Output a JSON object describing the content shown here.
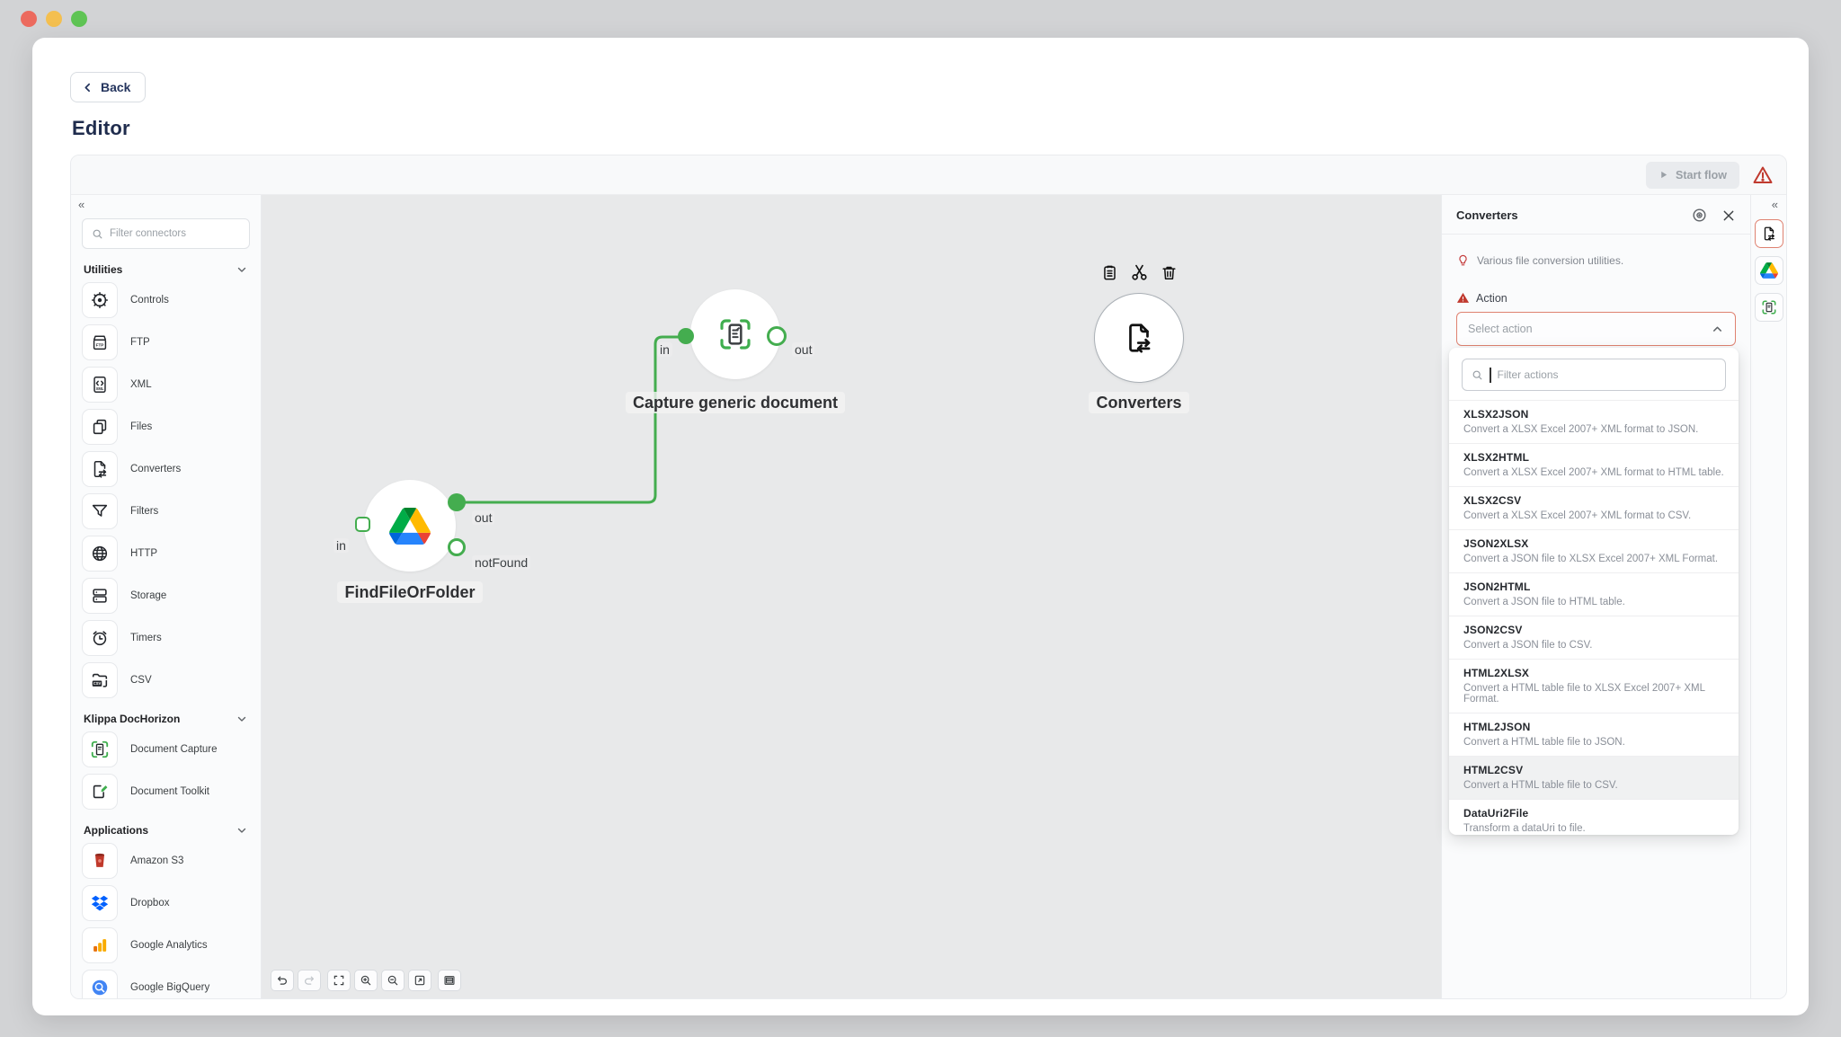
{
  "header": {
    "back_label": "Back",
    "page_title": "Editor"
  },
  "flow_toolbar": {
    "start_flow_label": "Start flow"
  },
  "sidebar": {
    "collapse_glyph": "«",
    "filter_placeholder": "Filter connectors",
    "sections": [
      {
        "label": "Utilities",
        "items": [
          {
            "label": "Controls",
            "icon": "controls-icon"
          },
          {
            "label": "FTP",
            "icon": "ftp-icon"
          },
          {
            "label": "XML",
            "icon": "xml-icon"
          },
          {
            "label": "Files",
            "icon": "files-icon"
          },
          {
            "label": "Converters",
            "icon": "converters-icon"
          },
          {
            "label": "Filters",
            "icon": "filters-icon"
          },
          {
            "label": "HTTP",
            "icon": "http-icon"
          },
          {
            "label": "Storage",
            "icon": "storage-icon"
          },
          {
            "label": "Timers",
            "icon": "timers-icon"
          },
          {
            "label": "CSV",
            "icon": "csv-icon"
          }
        ]
      },
      {
        "label": "Klippa DocHorizon",
        "items": [
          {
            "label": "Document Capture",
            "icon": "document-capture-icon"
          },
          {
            "label": "Document Toolkit",
            "icon": "document-toolkit-icon"
          }
        ]
      },
      {
        "label": "Applications",
        "items": [
          {
            "label": "Amazon S3",
            "icon": "amazon-s3-icon"
          },
          {
            "label": "Dropbox",
            "icon": "dropbox-icon"
          },
          {
            "label": "Google Analytics",
            "icon": "google-analytics-icon"
          },
          {
            "label": "Google BigQuery",
            "icon": "google-bigquery-icon"
          }
        ]
      }
    ]
  },
  "canvas": {
    "nodes": [
      {
        "label": "Capture generic document",
        "icon": "document-capture-icon",
        "ports": [
          {
            "label": "in"
          },
          {
            "label": "out"
          }
        ]
      },
      {
        "label": "FindFileOrFolder",
        "icon": "google-drive-icon",
        "ports": [
          {
            "label": "in"
          },
          {
            "label": "out"
          },
          {
            "label": "notFound"
          }
        ]
      },
      {
        "label": "Converters",
        "icon": "converters-icon",
        "toolbar_icons": [
          "clipboard-icon",
          "scissors-icon",
          "trash-icon"
        ]
      }
    ]
  },
  "panel": {
    "collapse_glyph": "«",
    "title": "Converters",
    "description": "Various file conversion utilities.",
    "action_label": "Action",
    "select_value": "Select action",
    "filter_placeholder": "Filter actions",
    "actions": [
      {
        "name": "XLSX2JSON",
        "desc": "Convert a XLSX Excel 2007+ XML format to JSON."
      },
      {
        "name": "XLSX2HTML",
        "desc": "Convert a XLSX Excel 2007+ XML format to HTML table."
      },
      {
        "name": "XLSX2CSV",
        "desc": "Convert a XLSX Excel 2007+ XML format to CSV."
      },
      {
        "name": "JSON2XLSX",
        "desc": "Convert a JSON file to XLSX Excel 2007+ XML Format."
      },
      {
        "name": "JSON2HTML",
        "desc": "Convert a JSON file to HTML table."
      },
      {
        "name": "JSON2CSV",
        "desc": "Convert a JSON file to CSV."
      },
      {
        "name": "HTML2XLSX",
        "desc": "Convert a HTML table file to XLSX Excel 2007+ XML Format."
      },
      {
        "name": "HTML2JSON",
        "desc": "Convert a HTML table file to JSON."
      },
      {
        "name": "HTML2CSV",
        "desc": "Convert a HTML table file to CSV."
      },
      {
        "name": "DataUri2File",
        "desc": "Transform a dataUri to file."
      }
    ]
  },
  "colors": {
    "accent_green": "#44ad4f",
    "warning_red": "#c03a2f",
    "select_border": "#df8271",
    "canvas_bg": "#e8e9ea"
  }
}
